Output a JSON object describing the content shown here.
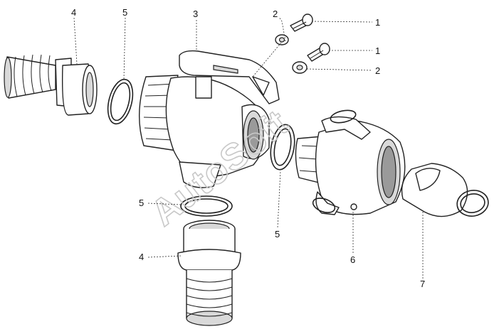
{
  "watermark": "AutoSoft",
  "callouts": {
    "c1a": "1",
    "c1b": "1",
    "c2a": "2",
    "c2b": "2",
    "c3": "3",
    "c4a": "4",
    "c4b": "4",
    "c5a": "5",
    "c5b": "5",
    "c5c": "5",
    "c6": "6",
    "c7": "7"
  }
}
